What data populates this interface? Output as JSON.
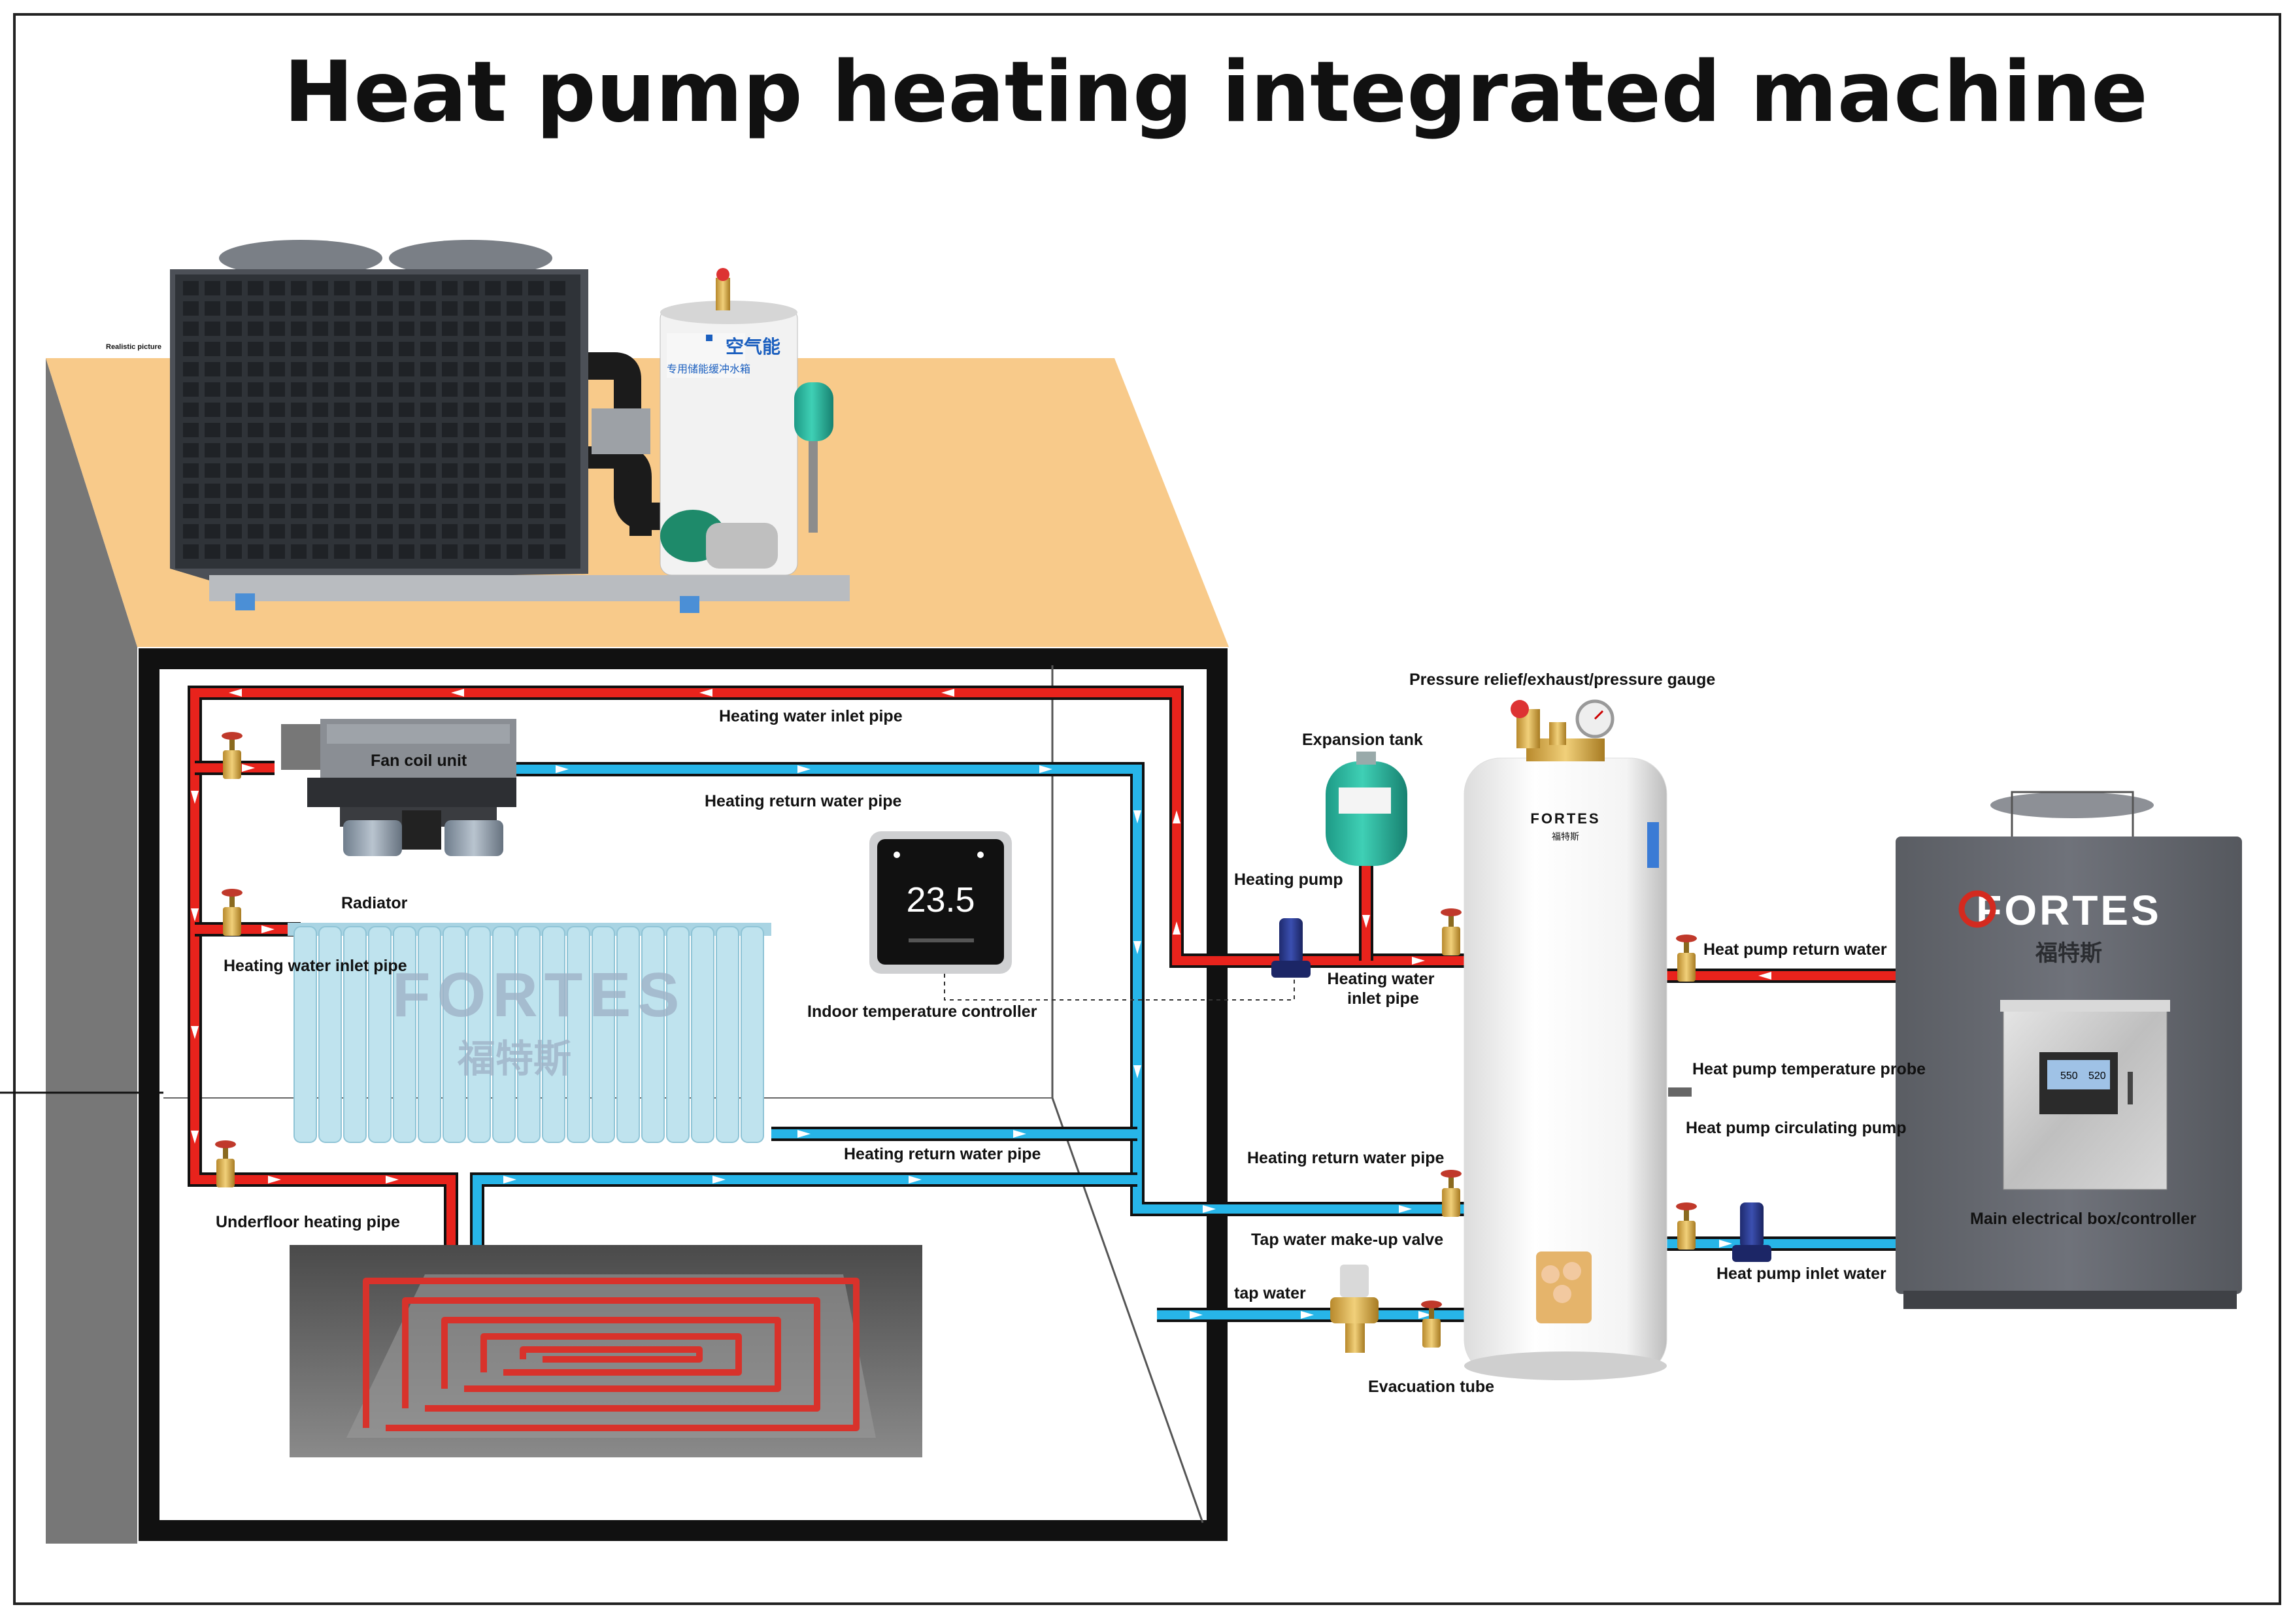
{
  "title": "Heat pump heating  integrated machine",
  "realistic_label": "Realistic picture",
  "brand": {
    "name": "FORTES",
    "chinese": "福特斯"
  },
  "tank_text": {
    "top_label": "空气能",
    "sub_label": "专用储能缓冲水箱"
  },
  "labels": {
    "fan_coil_unit": "Fan coil unit",
    "radiator": "Radiator",
    "heating_water_inlet_pipe_left": "Heating water inlet pipe",
    "underfloor_heating_pipe": "Underfloor heating pipe",
    "heating_water_inlet_pipe_top": "Heating water inlet pipe",
    "heating_return_water_pipe_top": "Heating  return water pipe",
    "indoor_temperature_controller": "Indoor temperature controller",
    "heating_return_water_pipe_mid": "Heating return water pipe",
    "pressure_relief": "Pressure relief/exhaust/pressure gauge",
    "expansion_tank": "Expansion tank",
    "heating_pump": "Heating pump",
    "heating_water_inlet_pipe_short": "Heating water\ninlet pipe",
    "heating_return_water_pipe_right": "Heating return water pipe",
    "tap_water_makeup_valve": "Tap water make-up valve",
    "tap_water": "tap water",
    "evacuation_tube": "Evacuation tube",
    "heat_pump_return_water": "Heat pump return water",
    "heat_pump_temperature_probe": "Heat pump temperature probe",
    "heat_pump_circulating_pump": "Heat pump circulating pump",
    "heat_pump_inlet_water": "Heat pump inlet water",
    "main_electrical_box": "Main electrical box/controller"
  },
  "thermostat": {
    "reading": "23.5"
  },
  "controller_display": {
    "left": "550",
    "right": "520"
  },
  "colors": {
    "hot_pipe": "#e8231c",
    "cold_pipe": "#27b5e8",
    "floor": "#f8ca8a",
    "frame": "#111111",
    "radiator": "#bfe3ee",
    "fortes_red": "#d42a1f",
    "heatpump_body": "#676a70"
  },
  "icons": [
    "valve-icon",
    "pump-icon",
    "arrow-icon",
    "gauge-icon",
    "thermostat-icon"
  ]
}
